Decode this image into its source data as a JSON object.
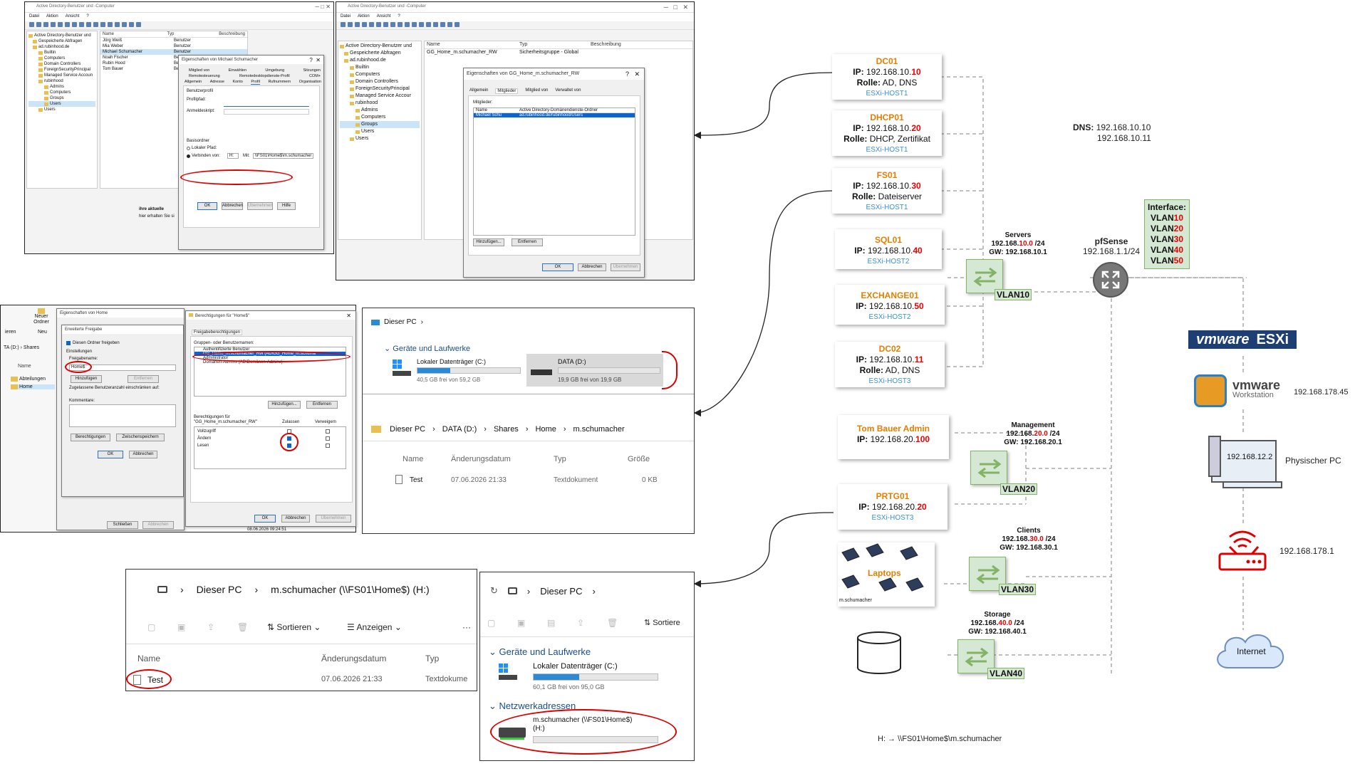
{
  "ad1": {
    "title": "Active Directory-Benutzer und -Computer",
    "menu": [
      "Datei",
      "Aktion",
      "Ansicht",
      "?"
    ],
    "tree": [
      "Active Directory-Benutzer und",
      "Gespeicherte Abfragen",
      "ad.rubinhood.de",
      "Builtin",
      "Computers",
      "Domain Controllers",
      "ForeignSecurityPrincipal",
      "Managed Service Accoun",
      "rubinhood",
      "Admins",
      "Computers",
      "Groups",
      "Users",
      "Users"
    ],
    "cols": [
      "Name",
      "Typ",
      "Beschreibung"
    ],
    "users": [
      [
        "Jörg Weiß",
        "Benutzer"
      ],
      [
        "Mia Weber",
        "Benutzer"
      ],
      [
        "Michael Schumacher",
        "Benutzer"
      ],
      [
        "Noah Fischer",
        "Benutzer"
      ],
      [
        "Rubin Hood",
        "Benutzer"
      ],
      [
        "Tom Bauer",
        "Benutzer"
      ]
    ],
    "dlg_title": "Eigenschaften von Michael Schumacher",
    "tabs1": [
      "Mitglied von",
      "Einwählen",
      "Umgebung",
      "Sitzungen"
    ],
    "tabs2": [
      "Remotesteuerung",
      "Remotedesktopdienste-Profil",
      "COM+"
    ],
    "tabs3": [
      "Allgemein",
      "Adresse",
      "Konto",
      "Profil",
      "Rufnummern",
      "Organisation"
    ],
    "benutzerprofil": "Benutzerprofil",
    "profilpfad": "Profilpfad:",
    "anmeldeskript": "Anmeldeskript:",
    "basisordner": "Basisordner",
    "lokaler_pfad": "Lokaler Pfad:",
    "verbinden": "Verbinden von:",
    "drive": "H:",
    "mit": "Mit:",
    "path": "\\\\FS01\\Home$\\m.schumacher",
    "ok": "OK",
    "abbrechen": "Abbrechen",
    "uebernehmen": "Übernehmen",
    "hilfe": "Hilfe",
    "foot1": "ihre aktuelle",
    "foot2": "hier erhalten Sie si"
  },
  "ad2": {
    "title": "Active Directory-Benutzer und -Computer",
    "menu": [
      "Datei",
      "Aktion",
      "Ansicht",
      "?"
    ],
    "tree": [
      "Active Directory-Benutzer und",
      "Gespeicherte Abfragen",
      "ad.rubinhood.de",
      "Builtin",
      "Computers",
      "Domain Controllers",
      "ForeignSecurityPrincipal",
      "Managed Service Accour",
      "rubinhood",
      "Admins",
      "Computers",
      "Groups",
      "Users",
      "Users"
    ],
    "cols": [
      "Name",
      "Typ",
      "Beschreibung"
    ],
    "row": [
      "GG_Home_m.schumacher_RW",
      "Sicherheitsgruppe - Global"
    ],
    "dlg_title": "Eigenschaften von GG_Home_m.schumacher_RW",
    "tabs": [
      "Allgemein",
      "Mitglieder",
      "Mitglied von",
      "Verwaltet von"
    ],
    "mitglieder": "Mitglieder:",
    "mcols": [
      "Name",
      "Active Directory-Domänendienste-Ordner"
    ],
    "member": [
      "Michael Schu",
      "ad.rubinhood.de/rubinhood/Users"
    ],
    "hinzufuegen": "Hinzufügen...",
    "entfernen": "Entfernen",
    "ok": "OK",
    "abbrechen": "Abbrechen",
    "uebernehmen": "Übernehmen"
  },
  "share": {
    "neuer_ordner": "Neuer Ordner",
    "ieren": "ieren",
    "neu": "Neu",
    "drive": "TA (D:)",
    "shares": "Shares",
    "name": "Name",
    "folders": [
      "Abteilungen",
      "Home"
    ],
    "props_title": "Eigenschaften von Home",
    "erweitert_title": "Erweiterte Freigabe",
    "diesen_ordner": "Diesen Ordner freigeben",
    "einstellungen": "Einstellungen",
    "freigabename": "Freigabename:",
    "share_name": "Home$",
    "hinzufuegen": "Hinzufügen",
    "entfernen": "Entfernen",
    "zugelassen": "Zugelassene Benutzeranzahl einschränken auf:",
    "kommentare": "Kommentare:",
    "berechtigungen": "Berechtigungen",
    "zwischenspeichern": "Zwischenspeichern",
    "ok": "OK",
    "abbrechen": "Abbrechen",
    "schliessen": "Schließen",
    "abbrechen2": "Abbrechen",
    "timestamp": "08.06.2026 09:24:51"
  },
  "perm": {
    "title": "Berechtigungen für \"Home$\"",
    "tab": "Freigabeberechtigungen",
    "gruppen": "Gruppen- oder Benutzernamen:",
    "entries": [
      "Authentifizierte Benutzer",
      "GG_Home_m.schumacher_RW (AD\\GG_Home_m.schuma",
      "Administrator",
      "Domänen-Admins (AD\\Domänen-Admins)"
    ],
    "hinzufuegen": "Hinzufügen...",
    "entfernen": "Entfernen",
    "fuer": "Berechtigungen für",
    "fuer2": "\"GG_Home_m.schumacher_RW\"",
    "zulassen": "Zulassen",
    "verweigern": "Verweigern",
    "rows": [
      "Vollzugriff",
      "Ändern",
      "Lesen"
    ],
    "ok": "OK",
    "abbrechen": "Abbrechen",
    "uebernehmen": "Übernehmen"
  },
  "exp1": {
    "crumb": "Dieser PC",
    "section": "Geräte und Laufwerke",
    "c_name": "Lokaler Datenträger (C:)",
    "c_free": "40,5 GB frei von 59,2 GB",
    "c_fill": 0.32,
    "d_name": "DATA (D:)",
    "d_free": "19,9 GB frei von 19,9 GB",
    "d_fill": 0.0,
    "path": [
      "Dieser PC",
      "DATA (D:)",
      "Shares",
      "Home",
      "m.schumacher"
    ],
    "cols": [
      "Name",
      "Änderungsdatum",
      "Typ",
      "Größe"
    ],
    "file": [
      "Test",
      "07.06.2026 21:33",
      "Textdokument",
      "0 KB"
    ]
  },
  "exp2": {
    "path": [
      "Dieser PC",
      "m.schumacher (\\\\FS01\\Home$) (H:)"
    ],
    "sortieren": "Sortieren",
    "anzeigen": "Anzeigen",
    "more": "···",
    "cols": [
      "Name",
      "Änderungsdatum",
      "Typ"
    ],
    "file": [
      "Test",
      "07.06.2026 21:33",
      "Textdokume"
    ]
  },
  "exp3": {
    "path": [
      "Dieser PC"
    ],
    "sortieren": "Sortiere",
    "section": "Geräte und Laufwerke",
    "c_name": "Lokaler Datenträger (C:)",
    "c_free": "60,1 GB frei von 95,0 GB",
    "c_fill": 0.37,
    "section2": "Netzwerkadressen",
    "h_name": "m.schumacher (\\\\FS01\\Home$)",
    "h_letter": "(H:)",
    "h_fill": 0.0
  },
  "network": {
    "servers": [
      {
        "name": "DC01",
        "ip_pre": "192.168.10.",
        "ip_oct": "10",
        "rolle": "AD, DNS",
        "host": "ESXi-HOST1"
      },
      {
        "name": "DHCP01",
        "ip_pre": "192.168.10.",
        "ip_oct": "20",
        "rolle": "DHCP, Zertifikat",
        "host": "ESXi-HOST1"
      },
      {
        "name": "FS01",
        "ip_pre": "192.168.10.",
        "ip_oct": "30",
        "rolle": "Dateiserver",
        "host": "ESXi-HOST1"
      },
      {
        "name": "SQL01",
        "ip_pre": "192.168.10.",
        "ip_oct": "40",
        "rolle": "",
        "host": "ESXi-HOST2"
      },
      {
        "name": "EXCHANGE01",
        "ip_pre": "192.168.10.",
        "ip_oct": "50",
        "rolle": "",
        "host": "ESXi-HOST2"
      },
      {
        "name": "DC02",
        "ip_pre": "192.168.10.",
        "ip_oct": "11",
        "rolle": "AD, DNS",
        "host": "ESXi-HOST3"
      },
      {
        "name": "Tom Bauer Admin",
        "ip_pre": "192.168.20.",
        "ip_oct": "100",
        "rolle": "",
        "host": ""
      },
      {
        "name": "PRTG01",
        "ip_pre": "192.168.20.",
        "ip_oct": "20",
        "rolle": "",
        "host": "ESXi-HOST3"
      }
    ],
    "ip_label": "IP:",
    "rolle_label": "Rolle:",
    "dns_label": "DNS:",
    "dns1": "192.168.10.10",
    "dns2": "192.168.10.11",
    "switches": [
      {
        "title": "Servers",
        "net_pre": "192.168.",
        "net_hi": "10.0",
        "net_post": " /24",
        "gw": "GW: 192.168.10.1",
        "vlan": "VLAN10"
      },
      {
        "title": "Management",
        "net_pre": "192.168.",
        "net_hi": "20.0",
        "net_post": " /24",
        "gw": "GW: 192.168.20.1",
        "vlan": "VLAN20"
      },
      {
        "title": "Clients",
        "net_pre": "192.168.",
        "net_hi": "30.0",
        "net_post": " /24",
        "gw": "GW: 192.168.30.1",
        "vlan": "VLAN30"
      },
      {
        "title": "Storage",
        "net_pre": "192.168.",
        "net_hi": "40.0",
        "net_post": " /24",
        "gw": "GW: 192.168.40.1",
        "vlan": "VLAN40"
      }
    ],
    "pfsense": "pfSense",
    "pfsense_ip": "192.168.1.1/24",
    "interface_title": "Interface:",
    "interface_vlans": [
      "10",
      "20",
      "30",
      "40",
      "50"
    ],
    "vlan_prefix": "VLAN",
    "esxi": "ESXi",
    "vmware": "vmware",
    "workstation": "Workstation",
    "ws_ip": "192.168.178.45",
    "pc_ip": "192.168.12.2",
    "pc_label": "Physischer PC",
    "router_ip": "192.168.178.1",
    "internet": "Internet",
    "laptops": "Laptops",
    "laptop_user": "m.schumacher",
    "mapping": "H: → \\\\FS01\\Home$\\m.schumacher"
  },
  "colors": {
    "orange": "#e67e00",
    "red": "#e00000",
    "blue": "#3a8ee6",
    "green_fill": "#d5e8d4",
    "green_border": "#82b366",
    "dashed": "#aaaaaa"
  }
}
